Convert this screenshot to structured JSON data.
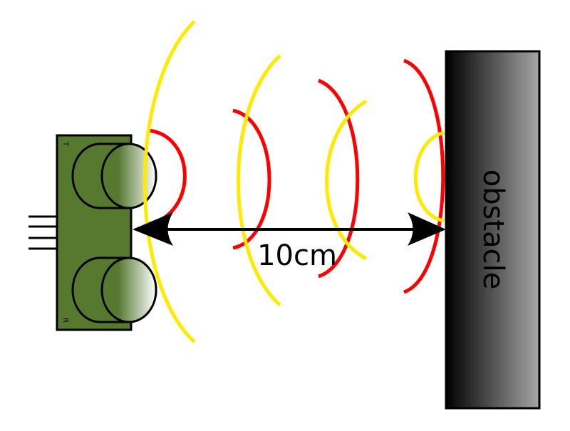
{
  "distance_label": "10cm",
  "obstacle_label": "obstacle",
  "sensor": {
    "transmitter_letter": "T",
    "receiver_letter": "R"
  },
  "colors": {
    "sensor_body": "#56782f",
    "wave_red": "#ff0000",
    "wave_yellow": "#ffea00",
    "outline": "#000000",
    "obstacle_dark": "#000000",
    "obstacle_light": "#a6a6a6"
  }
}
